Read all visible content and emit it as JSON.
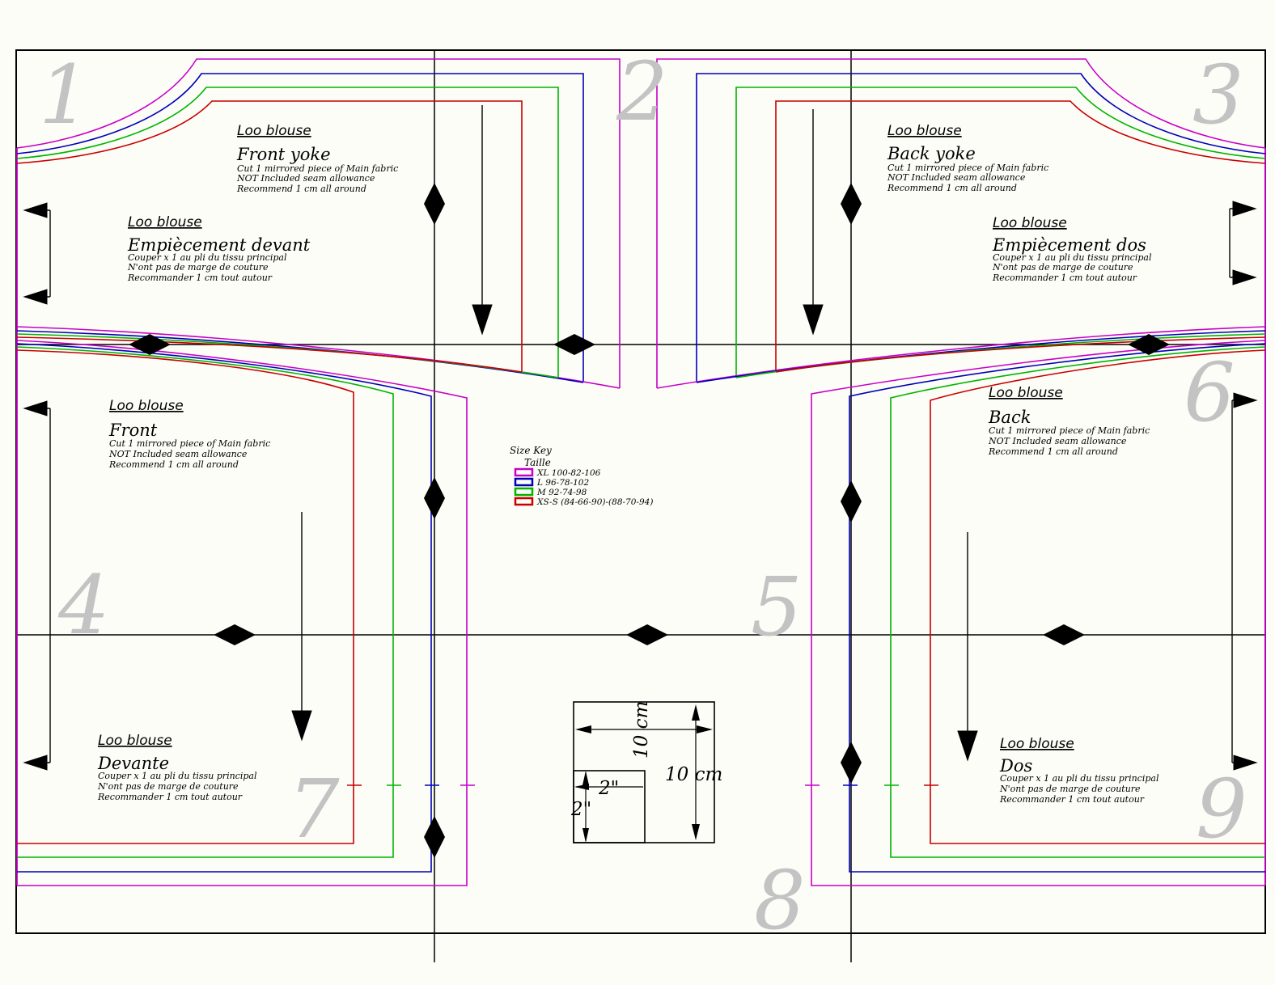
{
  "title": "Loo blouse tiled sewing pattern sheet",
  "pages": [
    "1",
    "2",
    "3",
    "4",
    "5",
    "6",
    "7",
    "8",
    "9"
  ],
  "pieces": [
    {
      "id": "front-yoke",
      "brand": "Loo blouse",
      "name": "Front yoke",
      "line1": "Cut 1 mirrored piece of Main fabric",
      "line2": "NOT Included seam allowance",
      "line3": "Recommend 1 cm all around"
    },
    {
      "id": "empiecement-devant",
      "brand": "Loo blouse",
      "name": "Empiècement devant",
      "line1": "Couper x 1 au pli du tissu principal",
      "line2": "N'ont pas de marge de couture",
      "line3": "Recommander 1 cm tout autour"
    },
    {
      "id": "back-yoke",
      "brand": "Loo blouse",
      "name": "Back yoke",
      "line1": "Cut 1 mirrored piece of Main fabric",
      "line2": "NOT Included seam allowance",
      "line3": "Recommend 1 cm all around"
    },
    {
      "id": "empiecement-dos",
      "brand": "Loo blouse",
      "name": "Empiècement dos",
      "line1": "Couper x 1 au pli du tissu principal",
      "line2": "N'ont pas de marge de couture",
      "line3": "Recommander 1 cm tout autour"
    },
    {
      "id": "front",
      "brand": "Loo blouse",
      "name": "Front",
      "line1": "Cut 1 mirrored piece of Main fabric",
      "line2": "NOT Included seam allowance",
      "line3": "Recommend 1 cm all around"
    },
    {
      "id": "back",
      "brand": "Loo blouse",
      "name": "Back",
      "line1": "Cut 1 mirrored piece of Main fabric",
      "line2": "NOT Included seam allowance",
      "line3": "Recommend 1 cm all around"
    },
    {
      "id": "devante",
      "brand": "Loo blouse",
      "name": "Devante",
      "line1": "Couper x 1 au pli du tissu principal",
      "line2": "N'ont pas de marge de couture",
      "line3": "Recommander 1 cm tout autour"
    },
    {
      "id": "dos",
      "brand": "Loo blouse",
      "name": "Dos",
      "line1": "Couper x 1 au pli du tissu principal",
      "line2": "N'ont pas de marge de couture",
      "line3": "Recommander 1 cm tout autour"
    }
  ],
  "size_key": {
    "title": "Size Key",
    "subtitle": "Taille",
    "entries": [
      {
        "label": "XL 100-82-106",
        "color": "#c800c8"
      },
      {
        "label": "L 96-78-102",
        "color": "#0000b8"
      },
      {
        "label": "M 92-74-98",
        "color": "#00b400"
      },
      {
        "label": "XS-S (84-66-90)-(88-70-94)",
        "color": "#c80000"
      }
    ]
  },
  "scale_box": {
    "metric_width": "10 cm",
    "metric_height": "10 cm",
    "imperial_width": "2\"",
    "imperial_height": "2\""
  },
  "colors": {
    "xl": "#c800c8",
    "l": "#0000b8",
    "m": "#00b400",
    "xs_s": "#c80000",
    "page_number": "#c3c3c3"
  }
}
